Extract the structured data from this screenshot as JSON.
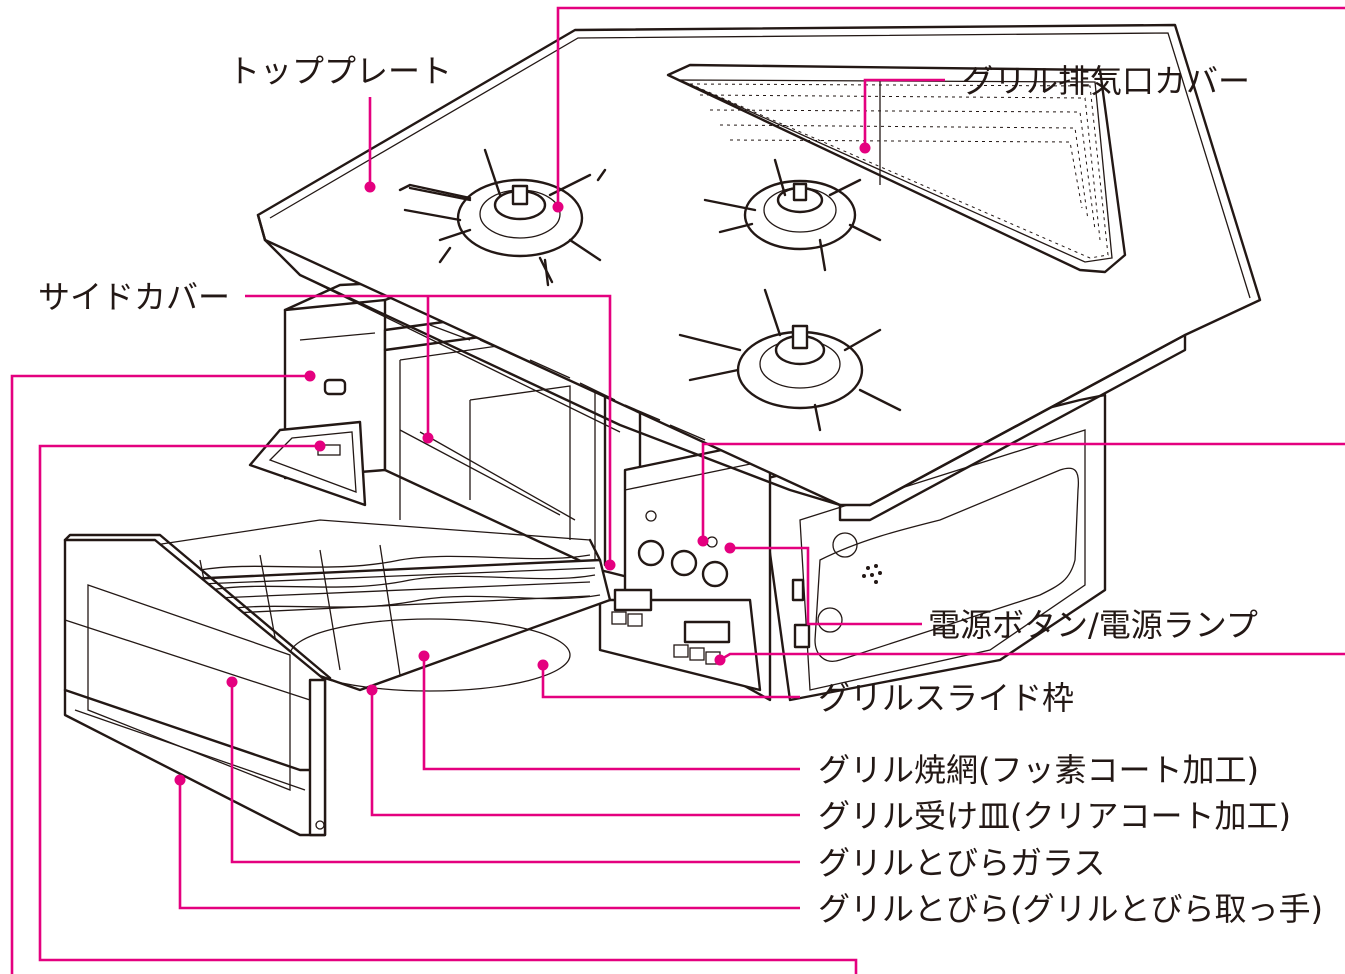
{
  "labels": {
    "top_plate": "トッププレート",
    "grill_exhaust_cover": "グリル排気口カバー",
    "side_cover": "サイドカバー",
    "power_button_lamp": "電源ボタン/電源ランプ",
    "grill_slide_frame": "グリルスライド枠",
    "grill_net": "グリル焼網(フッ素コート加工)",
    "grill_tray": "グリル受け皿(クリアコート加工)",
    "grill_door_glass": "グリルとびらガラス",
    "grill_door": "グリルとびら(グリルとびら取っ手)"
  },
  "colors": {
    "leader": "#e4007f",
    "line_art": "#231815",
    "background": "#ffffff"
  }
}
